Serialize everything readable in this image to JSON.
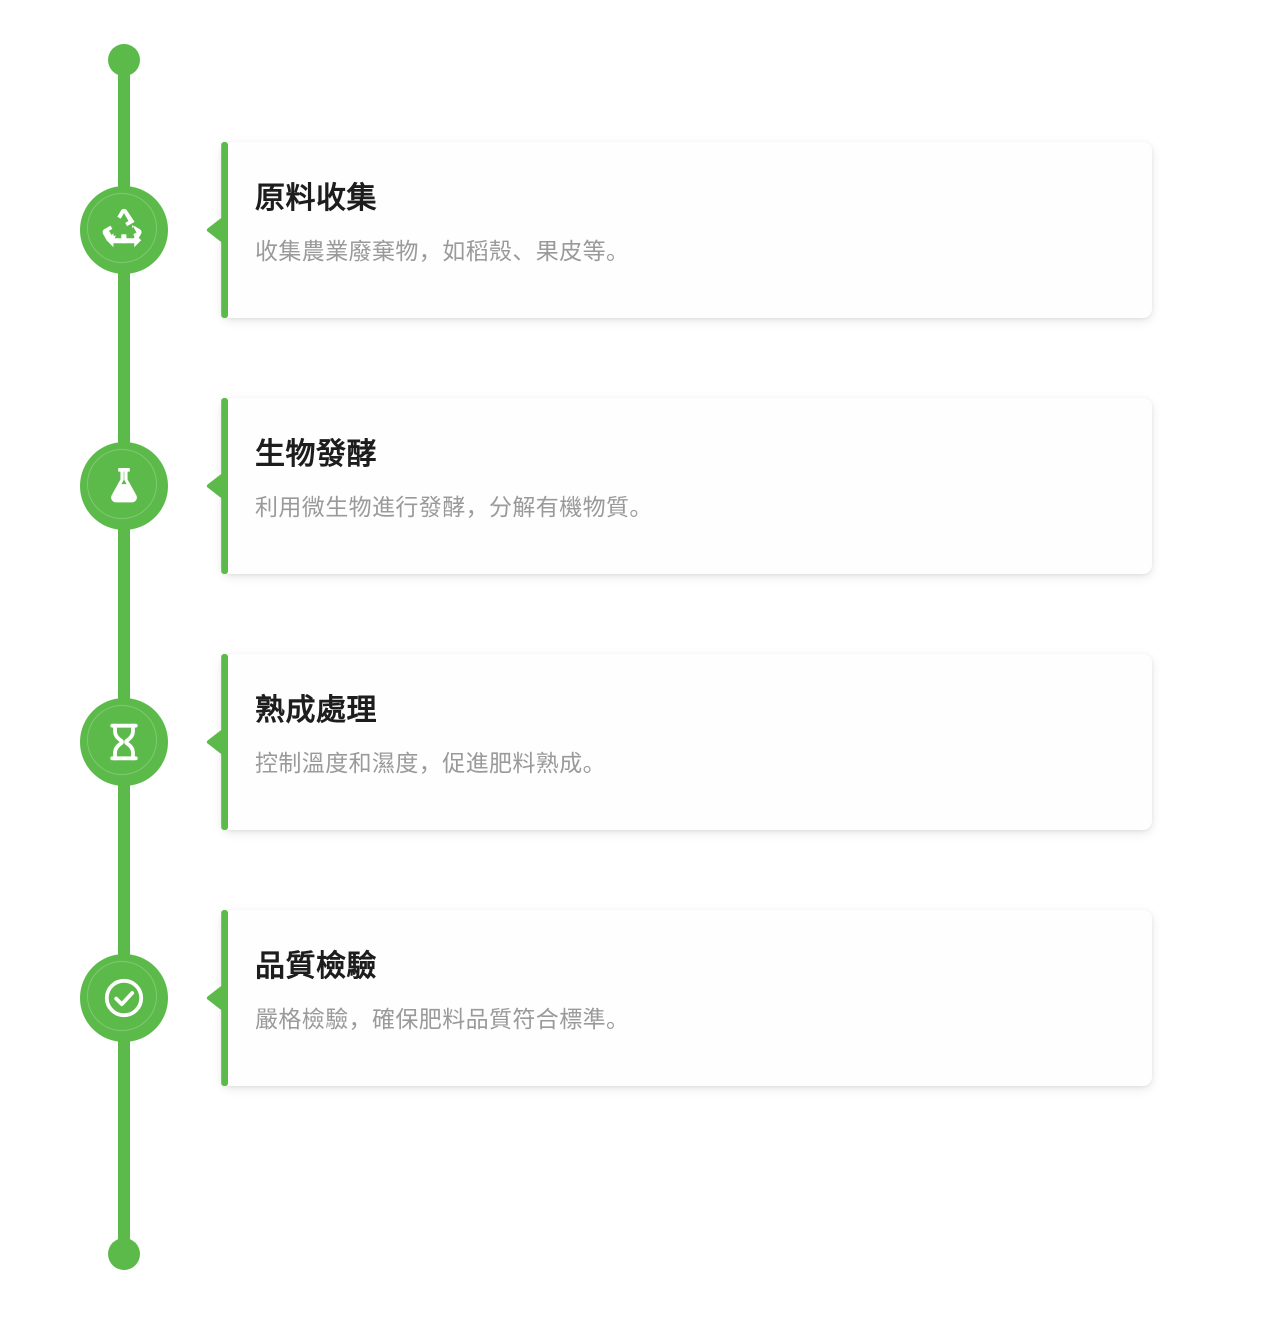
{
  "theme": {
    "accent_green": "#5cba4a",
    "card_background": "#fefefe",
    "title_color": "#1d1d1d",
    "description_color": "#9a9a9a",
    "page_background": "#ffffff"
  },
  "timeline": {
    "orientation": "vertical",
    "steps": [
      {
        "index": 1,
        "icon": "recycle-icon",
        "title": "原料收集",
        "description": "收集農業廢棄物，如稻殼、果皮等。"
      },
      {
        "index": 2,
        "icon": "flask-icon",
        "title": "生物發酵",
        "description": "利用微生物進行發酵，分解有機物質。"
      },
      {
        "index": 3,
        "icon": "hourglass-icon",
        "title": "熟成處理",
        "description": "控制溫度和濕度，促進肥料熟成。"
      },
      {
        "index": 4,
        "icon": "check-circle-icon",
        "title": "品質檢驗",
        "description": "嚴格檢驗，確保肥料品質符合標準。"
      }
    ]
  }
}
